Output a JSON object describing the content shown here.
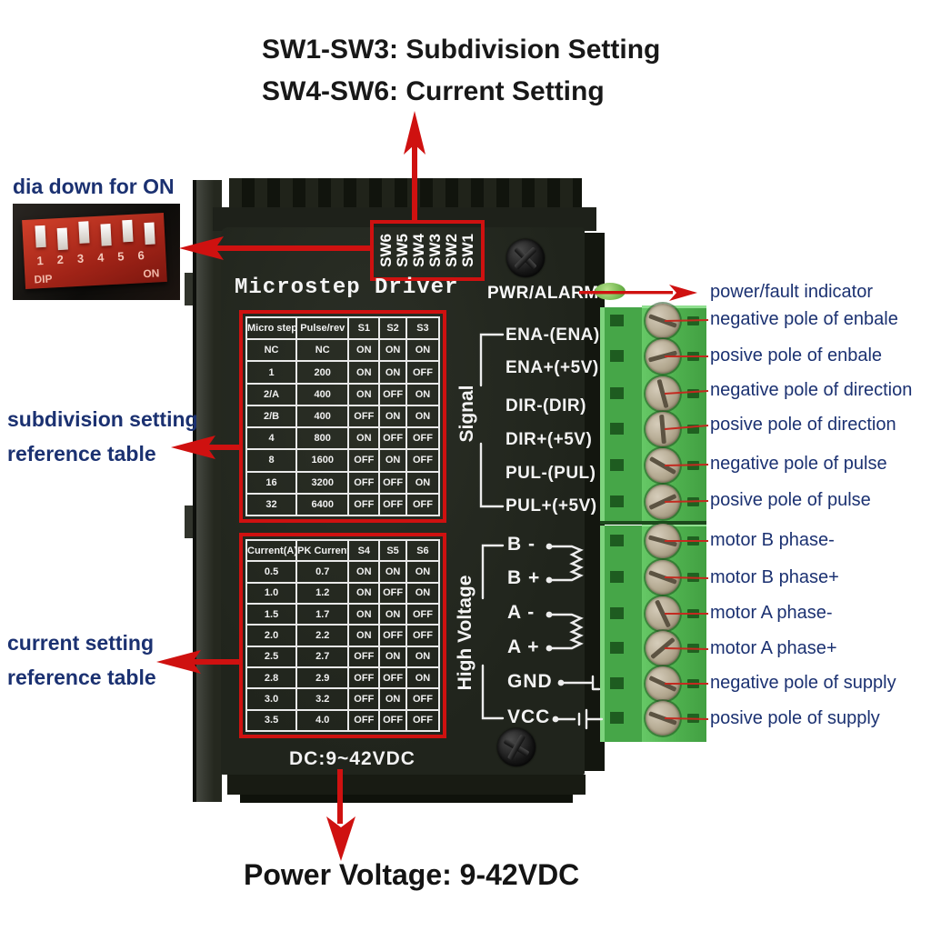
{
  "titles": {
    "line1": "SW1-SW3: Subdivision Setting",
    "line2": "SW4-SW6: Current Setting"
  },
  "dip": {
    "caption": "dia down for ON",
    "numbers": [
      "1",
      "2",
      "3",
      "4",
      "5",
      "6"
    ],
    "label_left": "DIP",
    "label_right": "ON"
  },
  "driver": {
    "brand": "Microstep Driver",
    "sw_labels": [
      "SW6",
      "SW5",
      "SW4",
      "SW3",
      "SW2",
      "SW1"
    ],
    "pwr_label": "PWR/ALARM",
    "signal_group": "Signal",
    "hv_group": "High Voltage",
    "signal_pins": [
      "ENA-(ENA)",
      "ENA+(+5V)",
      "DIR-(DIR)",
      "DIR+(+5V)",
      "PUL-(PUL)",
      "PUL+(+5V)"
    ],
    "hv_pins": [
      "B -",
      "B +",
      "A -",
      "A +",
      "GND",
      "VCC"
    ],
    "bottom_label": "DC:9~42VDC"
  },
  "subdivision_table": {
    "headers": [
      "Micro step",
      "Pulse/rev",
      "S1",
      "S2",
      "S3"
    ],
    "rows": [
      [
        "NC",
        "NC",
        "ON",
        "ON",
        "ON"
      ],
      [
        "1",
        "200",
        "ON",
        "ON",
        "OFF"
      ],
      [
        "2/A",
        "400",
        "ON",
        "OFF",
        "ON"
      ],
      [
        "2/B",
        "400",
        "OFF",
        "ON",
        "ON"
      ],
      [
        "4",
        "800",
        "ON",
        "OFF",
        "OFF"
      ],
      [
        "8",
        "1600",
        "OFF",
        "ON",
        "OFF"
      ],
      [
        "16",
        "3200",
        "OFF",
        "OFF",
        "ON"
      ],
      [
        "32",
        "6400",
        "OFF",
        "OFF",
        "OFF"
      ]
    ]
  },
  "current_table": {
    "headers": [
      "Current(A)",
      "PK Current",
      "S4",
      "S5",
      "S6"
    ],
    "rows": [
      [
        "0.5",
        "0.7",
        "ON",
        "ON",
        "ON"
      ],
      [
        "1.0",
        "1.2",
        "ON",
        "OFF",
        "ON"
      ],
      [
        "1.5",
        "1.7",
        "ON",
        "ON",
        "OFF"
      ],
      [
        "2.0",
        "2.2",
        "ON",
        "OFF",
        "OFF"
      ],
      [
        "2.5",
        "2.7",
        "OFF",
        "ON",
        "ON"
      ],
      [
        "2.8",
        "2.9",
        "OFF",
        "OFF",
        "ON"
      ],
      [
        "3.0",
        "3.2",
        "OFF",
        "ON",
        "OFF"
      ],
      [
        "3.5",
        "4.0",
        "OFF",
        "OFF",
        "OFF"
      ]
    ]
  },
  "left_labels": {
    "sub1": "subdivision setting",
    "sub2": "reference table",
    "cur1": "current setting",
    "cur2": "reference table"
  },
  "right_labels": [
    "power/fault indicator",
    "negative pole of enbale",
    "posive pole of enbale",
    "negative pole of direction",
    "posive pole of direction",
    "negative pole of pulse",
    "posive pole of pulse",
    "motor B phase-",
    "motor B phase+",
    "motor A phase-",
    "motor A phase+",
    "negative pole of supply",
    "posive pole of supply"
  ],
  "bottom_title": "Power Voltage: 9-42VDC",
  "colors": {
    "annotation_red": "#cf1110",
    "label_navy": "#1b3171",
    "terminal_green": "#4eb04e",
    "driver_black": "#22261f"
  }
}
